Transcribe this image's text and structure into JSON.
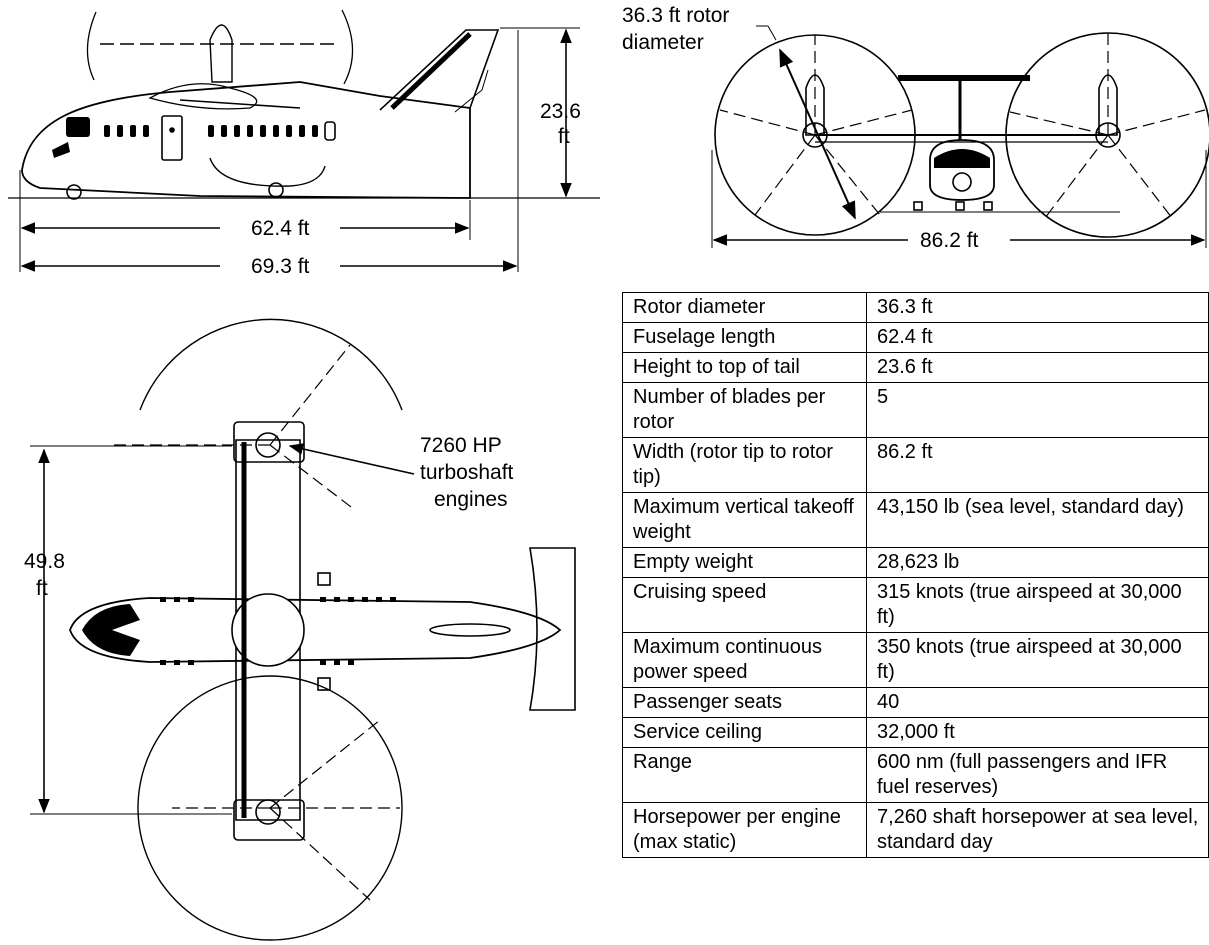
{
  "labels": {
    "rotor_diameter_callout": [
      "36.3 ft rotor",
      "diameter"
    ],
    "side_height": [
      "23.6",
      "ft"
    ],
    "side_fuselage_length": "62.4 ft",
    "side_overall_length": "69.3 ft",
    "front_width": "86.2 ft",
    "engine_callout": [
      "7260 HP",
      "turboshaft",
      "engines"
    ],
    "top_span": [
      "49.8",
      "ft"
    ]
  },
  "spec_table": [
    {
      "parameter": "Rotor diameter",
      "value": "36.3 ft"
    },
    {
      "parameter": "Fuselage length",
      "value": "62.4 ft"
    },
    {
      "parameter": "Height to top of tail",
      "value": "23.6 ft"
    },
    {
      "parameter": "Number of blades per rotor",
      "value": "5"
    },
    {
      "parameter": "Width (rotor tip to rotor tip)",
      "value": "86.2 ft"
    },
    {
      "parameter": "Maximum vertical takeoff weight",
      "value": "43,150 lb (sea level, standard day)"
    },
    {
      "parameter": "Empty weight",
      "value": "28,623 lb"
    },
    {
      "parameter": "Cruising speed",
      "value": "315 knots (true airspeed at 30,000 ft)"
    },
    {
      "parameter": "Maximum continuous power speed",
      "value": "350 knots (true airspeed at 30,000 ft)"
    },
    {
      "parameter": "Passenger seats",
      "value": "40"
    },
    {
      "parameter": "Service ceiling",
      "value": "32,000 ft"
    },
    {
      "parameter": "Range",
      "value": "600 nm (full passengers and IFR fuel reserves)"
    },
    {
      "parameter": "Horsepower per engine (max static)",
      "value": "7,260 shaft horsepower at sea level, standard day"
    }
  ]
}
